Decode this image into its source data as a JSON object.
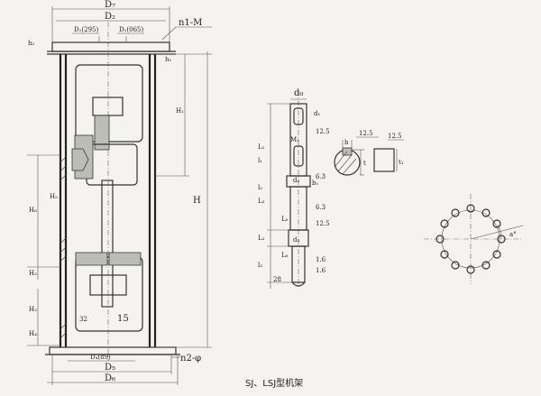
{
  "caption": "SJ、LSJ型机架",
  "frame_labels": {
    "D7": "D₇",
    "D2": "D₂",
    "D1_295": "D₁(295)",
    "D1_065": "D₁(065)",
    "n1M": "n1-M",
    "H": "H",
    "H1": "H₁",
    "H2": "H₂",
    "H3": "H₃",
    "H4": "H₄",
    "H5": "H₅",
    "H6": "H₆",
    "h1": "h₁",
    "h2": "h₂",
    "dim32": "32",
    "dim15": "15",
    "D4_89": "D₄(89)",
    "D5": "D₅",
    "D6": "D₆",
    "n2phi": "n2-φ"
  },
  "shaft_labels": {
    "d0": "d₀",
    "d1": "d₁",
    "d2": "d₂",
    "d3": "d₃",
    "M1": "M₁",
    "b1": "b₁",
    "b": "b",
    "t": "t",
    "t1": "t₁",
    "L1": "L₁",
    "L2": "L₂",
    "L3": "L₃",
    "L5": "L₅",
    "L6": "L₆",
    "l1": "l₁",
    "l2": "l₂",
    "l3": "l₃",
    "r125a": "12.5",
    "r125b": "12.5",
    "r125c": "12.5",
    "r125d": "12.5",
    "r63a": "6.3",
    "r63b": "6.3",
    "r16a": "1.6",
    "r16b": "1.6",
    "dim28": "28"
  },
  "flange_labels": {
    "alpha": "a°"
  }
}
